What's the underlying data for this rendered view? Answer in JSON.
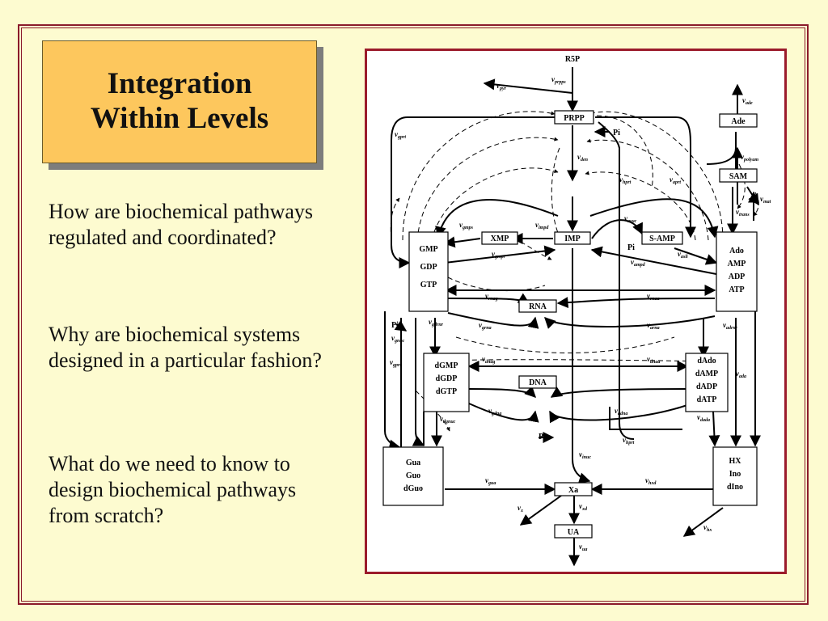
{
  "slide": {
    "title": "Integration\nWithin Levels",
    "questions": [
      "How are biochemical pathways regulated and coordinated?",
      "Why are biochemical systems designed in a particular fashion?",
      "What do we need to know to design biochemical pathways from scratch?"
    ]
  },
  "colors": {
    "background": "#fdfbd0",
    "frame": "#8b1a2b",
    "title_box": "#fdc75d",
    "shadow": "#7d7d7d"
  },
  "diagram": {
    "nodes": {
      "r5p": "R5P",
      "prpp": "PRPP",
      "pi_top": "Pi",
      "ade": "Ade",
      "sam": "SAM",
      "xmp": "XMP",
      "imp": "IMP",
      "samp": "S-AMP",
      "pi_mid": "Pi",
      "gmp": "GMP",
      "gdp": "GDP",
      "gtp": "GTP",
      "ado": "Ado",
      "amp": "AMP",
      "adp": "ADP",
      "atp": "ATP",
      "rna": "RNA",
      "pi_left": "Pi",
      "dgmp": "dGMP",
      "dgdp": "dGDP",
      "dgtp": "dGTP",
      "dado": "dAdo",
      "damp": "dAMP",
      "dadp": "dADP",
      "datp": "dATP",
      "dna": "DNA",
      "pi_low": "Pi",
      "gua": "Gua",
      "guo": "Guo",
      "dguo": "dGuo",
      "hx": "HX",
      "ino": "Ino",
      "dino": "dIno",
      "xa": "Xa",
      "ua": "UA"
    },
    "flux_prefix": "v",
    "fluxes": {
      "prpps": "prpps",
      "pyr": "pyr",
      "gprt": "gprt",
      "ade": "ade",
      "polyam": "polyam",
      "den": "den",
      "hprt": "hprt",
      "aprt": "aprt",
      "mat": "mat",
      "trans": "trans",
      "gmps": "gmps",
      "impd": "impd",
      "asuc": "asuc",
      "gmpr": "gmpr",
      "asli": "asli",
      "ampd": "ampd",
      "rnag": "rnag",
      "rnaa": "rnaa",
      "gdrnr": "gdrnr",
      "grna": "grna",
      "arna": "arna",
      "adrnr": "adrnr",
      "gnuc": "gnuc",
      "gprt2": "gprt",
      "dnag": "dnag",
      "dnaa": "dnaa",
      "ada": "ada",
      "gdna": "gdna",
      "adna": "adna",
      "dgnuc": "dgnuc",
      "dada": "dada",
      "hprt2": "hprt",
      "inuc": "inuc",
      "gua": "gua",
      "hxd": "hxd",
      "x": "x",
      "xd": "xd",
      "hx": "hx",
      "ua": "ua"
    }
  }
}
